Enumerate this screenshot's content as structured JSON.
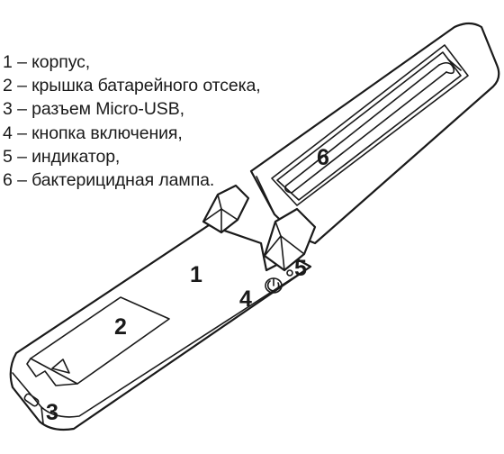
{
  "legend": [
    "1 – корпус,",
    "2 – крышка батарейного отсека,",
    "3 – разъем Micro-USB,",
    "4 – кнопка включения,",
    "5 – индикатор,",
    "6 – бактерицидная лампа."
  ],
  "callouts": {
    "body": "1",
    "battery_cover": "2",
    "usb_port": "3",
    "power_button": "4",
    "indicator": "5",
    "lamp": "6"
  },
  "colors": {
    "line": "#1a1a1a",
    "background": "#ffffff"
  }
}
